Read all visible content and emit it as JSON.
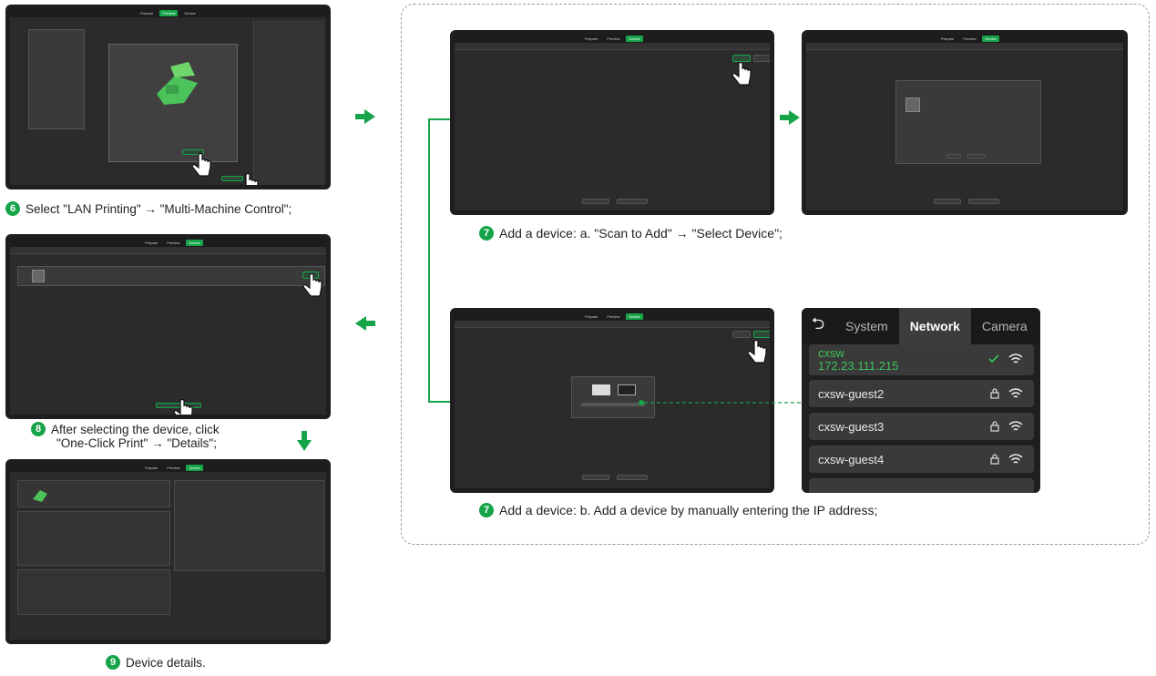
{
  "app": {
    "tab_prepare": "Prepare",
    "tab_preview": "Preview",
    "tab_device": "Device"
  },
  "captions": {
    "step6": {
      "num": "6",
      "text": "Select \"LAN Printing\" → \"Multi-Machine Control\";"
    },
    "step7a": {
      "num": "7",
      "text": "Add a device: a. \"Scan to Add\" → \"Select Device\";"
    },
    "step7b": {
      "num": "7",
      "text": "Add a device: b. Add a device by manually entering the IP address;"
    },
    "step8": {
      "num": "8",
      "line1": "After selecting the device, click",
      "line2": "\"One-Click Print\" → \"Details\";"
    },
    "step9": {
      "num": "9",
      "text": "Device details."
    }
  },
  "network_panel": {
    "tabs": [
      "System",
      "Network",
      "Camera"
    ],
    "active_tab": "Network",
    "networks": [
      {
        "ssid": "cxsw",
        "ip": "172.23.111.215",
        "connected": true
      },
      {
        "ssid": "cxsw-guest2",
        "locked": true
      },
      {
        "ssid": "cxsw-guest3",
        "locked": true
      },
      {
        "ssid": "cxsw-guest4",
        "locked": true
      }
    ]
  },
  "colors": {
    "accent": "#17a34a",
    "screen_bg": "#2b2b2b",
    "panel_bg": "#1f1f1f"
  }
}
